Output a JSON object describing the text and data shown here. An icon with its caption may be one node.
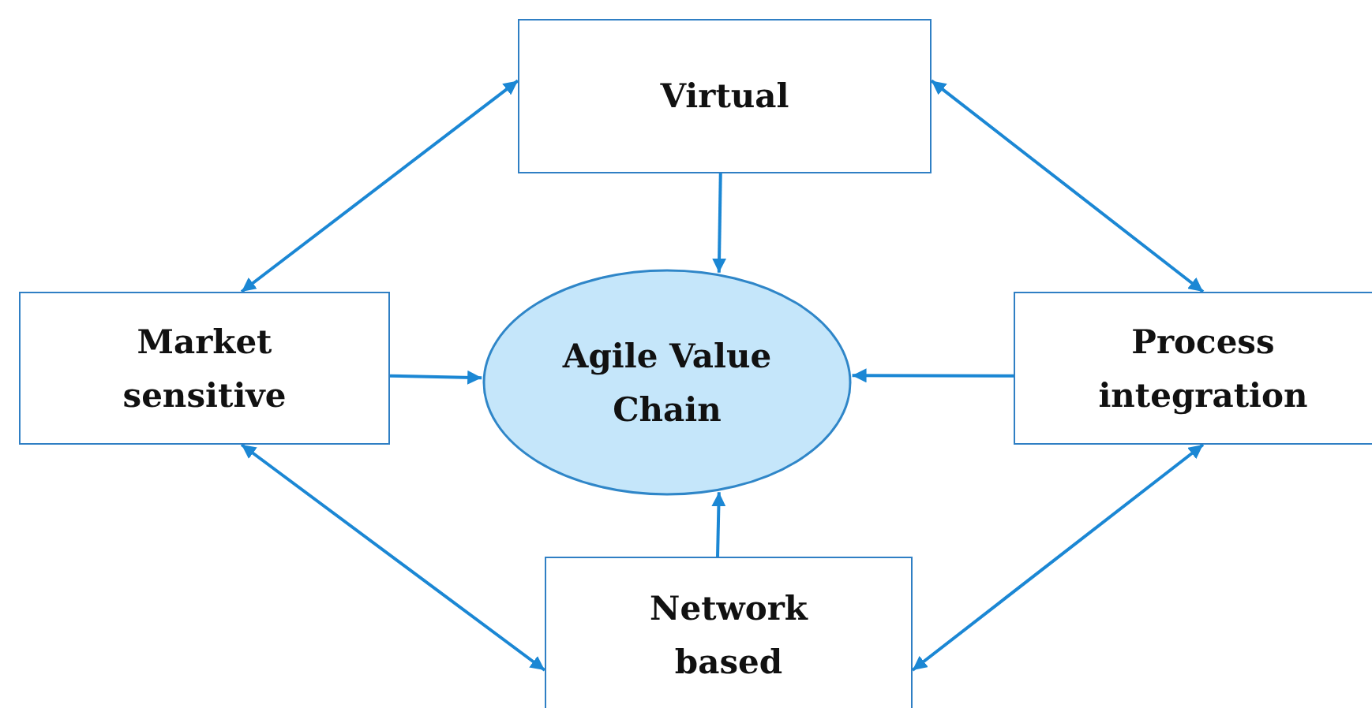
{
  "diagram": {
    "nodes": [
      {
        "text": [
          "Virtual"
        ]
      },
      {
        "text": [
          "Market sensitive"
        ]
      },
      {
        "text": [
          "Agile Value Chain"
        ]
      },
      {
        "text": [
          "Process integration"
        ]
      },
      {
        "text": [
          "Network based"
        ]
      }
    ],
    "edges": [
      {
        "from": 0,
        "to": 2,
        "arrow": "to"
      },
      {
        "from": 1,
        "to": 2,
        "arrow": "to"
      },
      {
        "from": 3,
        "to": 2,
        "arrow": "to"
      },
      {
        "from": 4,
        "to": 2,
        "arrow": "to"
      },
      {
        "from": 1,
        "to": 0,
        "arrow": "both"
      },
      {
        "from": 0,
        "to": 3,
        "arrow": "both"
      },
      {
        "from": 1,
        "to": 4,
        "arrow": "both"
      },
      {
        "from": 4,
        "to": 3,
        "arrow": "both"
      }
    ]
  }
}
